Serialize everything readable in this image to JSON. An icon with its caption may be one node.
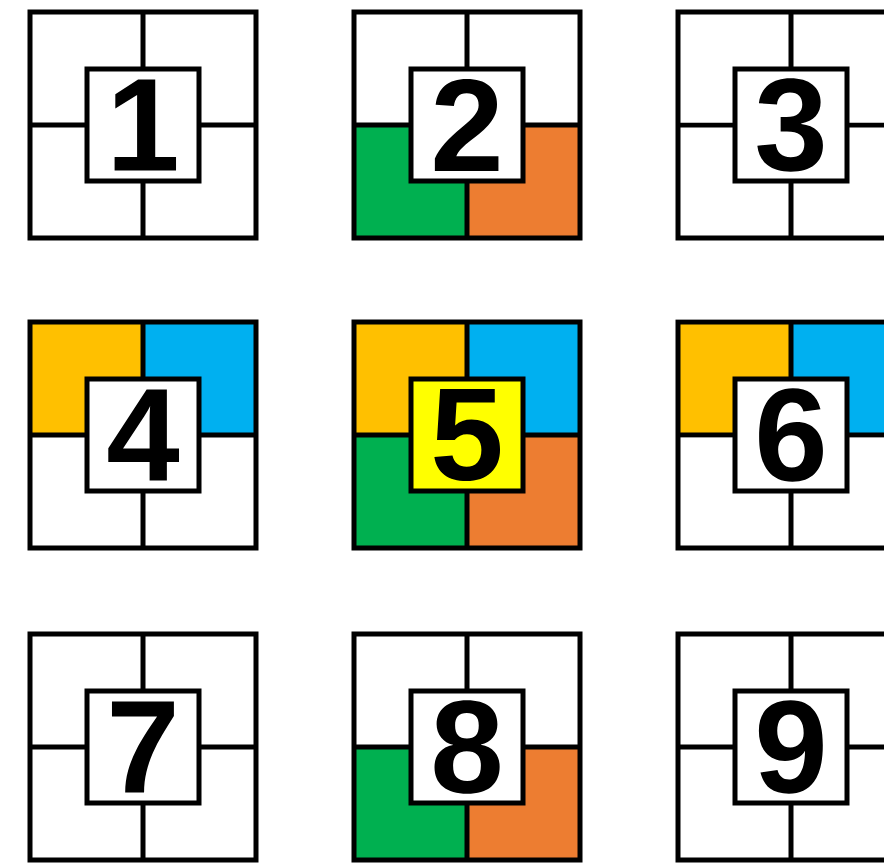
{
  "diagram": {
    "nodes": [
      {
        "text": [
          "1"
        ]
      },
      {
        "text": [
          "2"
        ]
      },
      {
        "text": [
          "3"
        ]
      },
      {
        "text": [
          "4"
        ]
      },
      {
        "text": [
          "5"
        ]
      },
      {
        "text": [
          "6"
        ]
      },
      {
        "text": [
          "7"
        ]
      },
      {
        "text": [
          "8"
        ]
      },
      {
        "text": [
          "9"
        ]
      }
    ]
  }
}
